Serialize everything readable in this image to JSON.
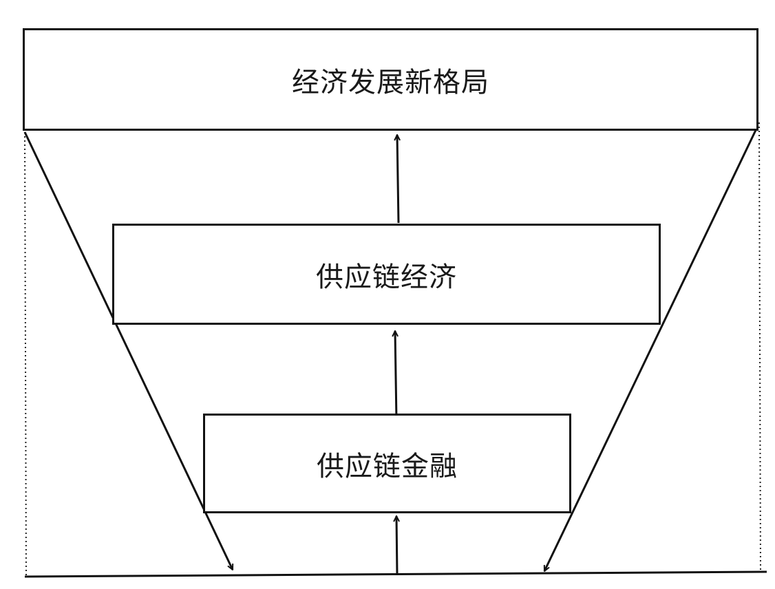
{
  "diagram": {
    "top_box": {
      "label": "经济发展新格局"
    },
    "middle_box": {
      "label": "供应链经济"
    },
    "bottom_box": {
      "label": "供应链金融"
    }
  }
}
